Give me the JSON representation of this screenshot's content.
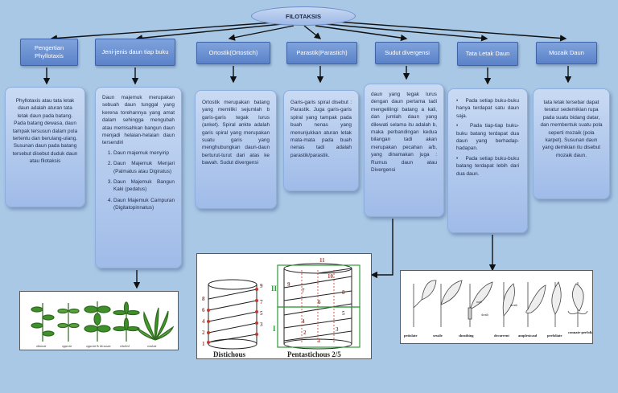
{
  "title": "FILOTAKSIS",
  "topics": [
    {
      "label": "Pengertian Phyllotaxis"
    },
    {
      "label": "Jeni-jenis daun tiap buku"
    },
    {
      "label": "Ortostik(Ortostich)"
    },
    {
      "label": "Parastik(Parastich)"
    },
    {
      "label": "Sudut divergensi"
    },
    {
      "label": "Tata Letak Daun"
    },
    {
      "label": "Mozaik Daun"
    }
  ],
  "pengertian_text": "Phyllotaxis atau tata letak daun adalah aturan tata letak daun pada batang. Pada batang dewasa, daun tampak tersusun dalam pola tertentu dan berulang-ulang. Susunan daun pada batang tersebut disebut duduk daun atau filotaksis",
  "jenis": {
    "intro": "Daun majemuk merupakan sebuah daun tunggal yang kerena torehannya yang amat dalam sehingga mengubah atau memisahkan bangun daun menjadi helaian-helaian daun tersendiri",
    "items": [
      "Daun majemuk menyirip",
      "Daun Majemuk Menjari (Palmatus atau Digiratus)",
      "Daun Majemuk Bangun Kaki (pedatus)",
      "Daun Majemuk Campuran (Digitatopinnatus)"
    ]
  },
  "ortostik_text": "Ortostik merupakan batang yang memiliki sejumlah b garis-garis tegak lurus (anket). Spiral ankte adalah garis spiral yang merupakan suatu garis yang menghubungkan daun-daun berturut-turut dari atas ke bawah. Sudut divergensi",
  "parastik_text": "Garis-garis spiral disebut : Parastik. Juga garis-garis spiral yang tampak pada buah nenas yang menunjukkan aturan letak mata-mata pada buah nenas tadi adalah parastik/parastik.",
  "sudut_text": "daun yang tegak lurus dengan daun pertama tadi mengelilingi batang a kali, dan jumlah daun yang dilewati selama itu adalah b, maka perbandingan kedua bilangan tadi akan merupakan pecahan a/b, yang dinamakan juga : Rumus daun atau Divergensi",
  "tata_items": [
    "Pada setiap buku-buku hanya terdapat satu daun saja.",
    "Pada tiap-tiap buku-buku batang terdapat dua daun yang berhadap-hadapan.",
    "Pada setiap buku-buku batang terdapat lebih dari dua daun."
  ],
  "mozaik_text": "tata letak tersebar dapat teratur sedemikian rupa pada suatu bidang datar, dan membentuk suatu pola seperti mozaik (pola karpet). Susunan daun yang demikian itu disebut mozaik daun.",
  "plant_captions": [
    "alternate",
    "opposite",
    "opposite & decussate",
    "whorled",
    "rosulate"
  ],
  "spiral_captions": {
    "left": "Distichous",
    "right": "Pentastichous 2/5"
  },
  "spiral_left_numbers": [
    "9",
    "8",
    "7",
    "6",
    "5",
    "4",
    "3",
    "2",
    "1"
  ],
  "spiral_right_numbers": [
    "11",
    "10",
    "9",
    "8",
    "7",
    "6",
    "5",
    "4",
    "3",
    "2",
    "1"
  ],
  "spiral_roman": [
    "II",
    "I"
  ],
  "leaf_captions": [
    "petiolate",
    "sessile",
    "sheathing",
    "decurrent",
    "amplexicaul",
    "perfoliate",
    "connate-perfoliate"
  ],
  "leaf_labels": {
    "node": "node",
    "sheath": "sheath",
    "sheath_alt": "sheath"
  },
  "colors": {
    "background": "#a9c8e6",
    "node_fill": "#6b8fd3",
    "panel_fill": "#b6cdef",
    "connector": "#111111",
    "spiral_red": "#c0392b",
    "spiral_green": "#2e9a3a"
  }
}
